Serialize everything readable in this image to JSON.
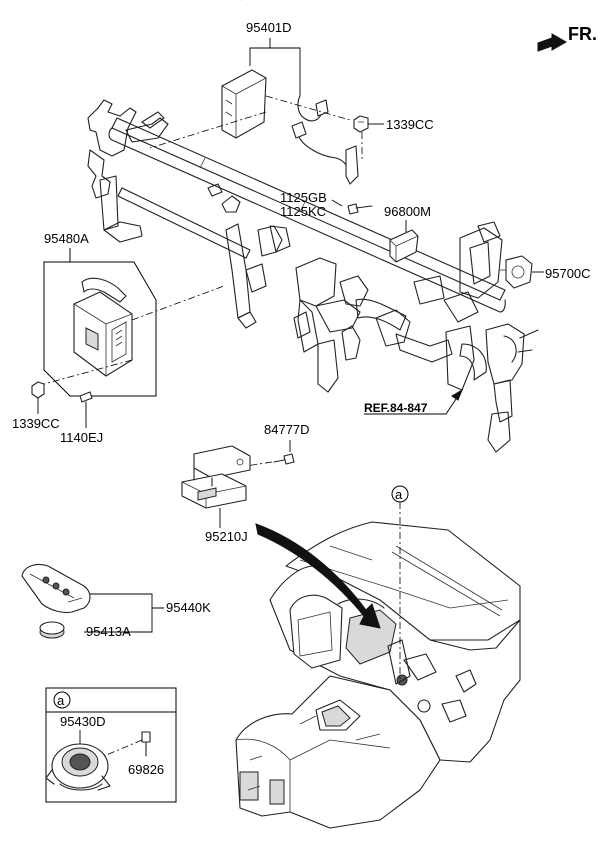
{
  "orientation": {
    "label": "FR."
  },
  "parts": {
    "p95401D": "95401D",
    "p1339CC_top": "1339CC",
    "p1125GB": "1125GB",
    "p1125KC": "1125KC",
    "p96800M": "96800M",
    "p95480A": "95480A",
    "p95700C": "95700C",
    "p1339CC_left": "1339CC",
    "p1140EJ": "1140EJ",
    "ref": "REF.84-847",
    "p84777D": "84777D",
    "p95210J": "95210J",
    "p95440K": "95440K",
    "p95413A": "95413A",
    "p95430D": "95430D",
    "p69826": "69826"
  },
  "callout": {
    "marker": "a"
  },
  "detail": {
    "marker": "a"
  }
}
